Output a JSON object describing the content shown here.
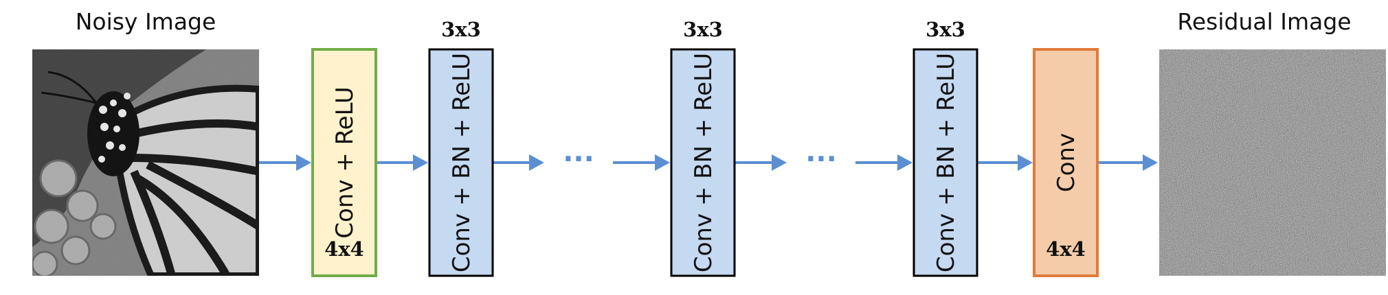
{
  "input": {
    "caption": "Noisy Image"
  },
  "output": {
    "caption": "Residual Image"
  },
  "blocks": [
    {
      "label": "Conv + ReLU",
      "kernel": "4x4",
      "kernel_pos": "bottom",
      "fill": "#fff2cc",
      "stroke": "#70ad47"
    },
    {
      "label": "Conv + BN + ReLU",
      "kernel": "3x3",
      "kernel_pos": "top",
      "fill": "#c5d9f1",
      "stroke": "#000000"
    },
    {
      "label": "Conv + BN + ReLU",
      "kernel": "3x3",
      "kernel_pos": "top",
      "fill": "#c5d9f1",
      "stroke": "#000000"
    },
    {
      "label": "Conv + BN + ReLU",
      "kernel": "3x3",
      "kernel_pos": "top",
      "fill": "#c5d9f1",
      "stroke": "#000000"
    },
    {
      "label": "Conv",
      "kernel": "4x4",
      "kernel_pos": "bottom",
      "fill": "#f4ccaa",
      "stroke": "#e07b39"
    }
  ],
  "ellipses": [
    "···",
    "···"
  ],
  "colors": {
    "arrow": "#5b8fd2"
  }
}
